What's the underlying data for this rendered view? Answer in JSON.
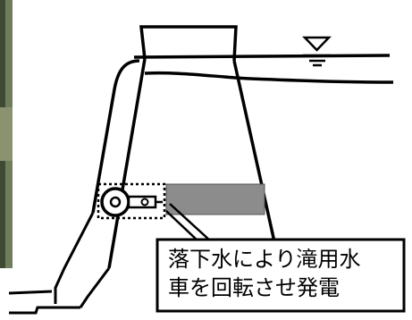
{
  "callout": {
    "line1": "落下水により滝用水",
    "line2": "車を回転させ発電"
  },
  "icons": {
    "water_level": "water-surface-symbol",
    "turbine": "waterwheel-generator"
  },
  "colors": {
    "line": "#000000",
    "shaded_region": "#8c8c8c",
    "photo_edge": "#5a6a4a"
  }
}
